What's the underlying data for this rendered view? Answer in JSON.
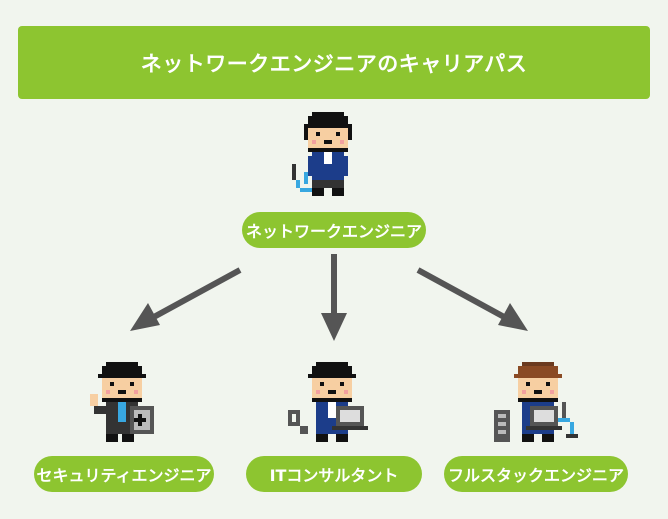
{
  "title": "ネットワークエンジニアのキャリアパス",
  "root": {
    "label": "ネットワークエンジニア"
  },
  "children": [
    {
      "label": "セキュリティエンジニア"
    },
    {
      "label": "ITコンサルタント"
    },
    {
      "label": "フルスタックエンジニア"
    }
  ],
  "colors": {
    "accent_green": "#8dc530",
    "background": "#f1f5ee",
    "arrow": "#555555",
    "text_on_green": "#ffffff"
  },
  "icons": {
    "root_character": "network-engineer-avatar",
    "security_character": "security-engineer-avatar",
    "consultant_character": "it-consultant-avatar",
    "fullstack_character": "fullstack-engineer-avatar"
  }
}
